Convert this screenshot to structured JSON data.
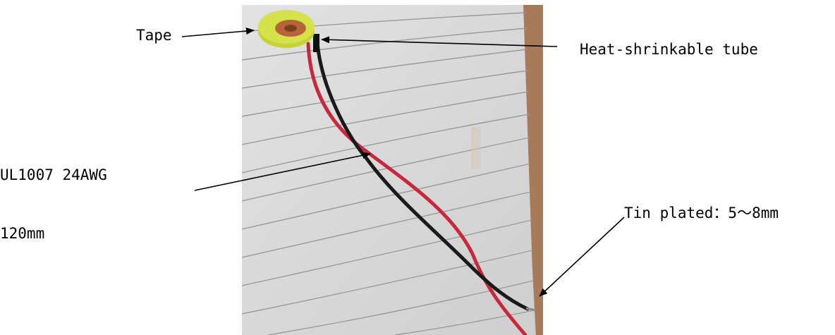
{
  "labels": {
    "tape": "Tape",
    "heat_shrink": "Heat-shrinkable tube",
    "wire_spec": "UL1007 24AWG",
    "wire_length": "120mm",
    "tin_plated": "Tin plated：5～8mm"
  },
  "colors": {
    "paper": "#dcdcdc",
    "paper_lines": "#9a9a9a",
    "background_card": "#a77a5a",
    "tape_yellow": "#d6e24a",
    "core_copper": "#b8643a",
    "red_wire": "#c8283c",
    "black_wire": "#1a1a1a",
    "arrow": "#000000"
  }
}
